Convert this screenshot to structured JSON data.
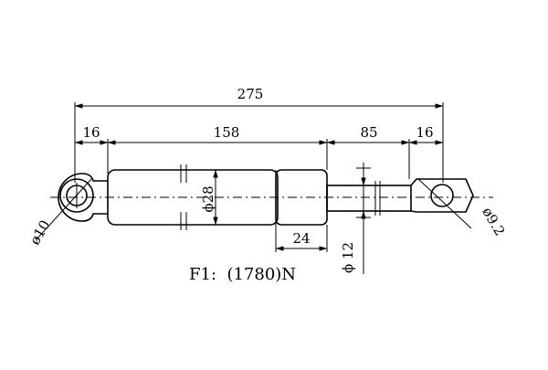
{
  "drawing": {
    "dimensions": {
      "overall_length": "275",
      "left_eye_length": "16",
      "cylinder_length": "158",
      "rod_length": "85",
      "right_eye_length": "16",
      "end_cap_length": "24",
      "cylinder_diameter": "ϕ28",
      "rod_diameter": "ϕ 12",
      "left_hole_diameter": "ø10",
      "right_hole_diameter": "ø9.2"
    },
    "force_note": "F1:  (1780)N"
  }
}
